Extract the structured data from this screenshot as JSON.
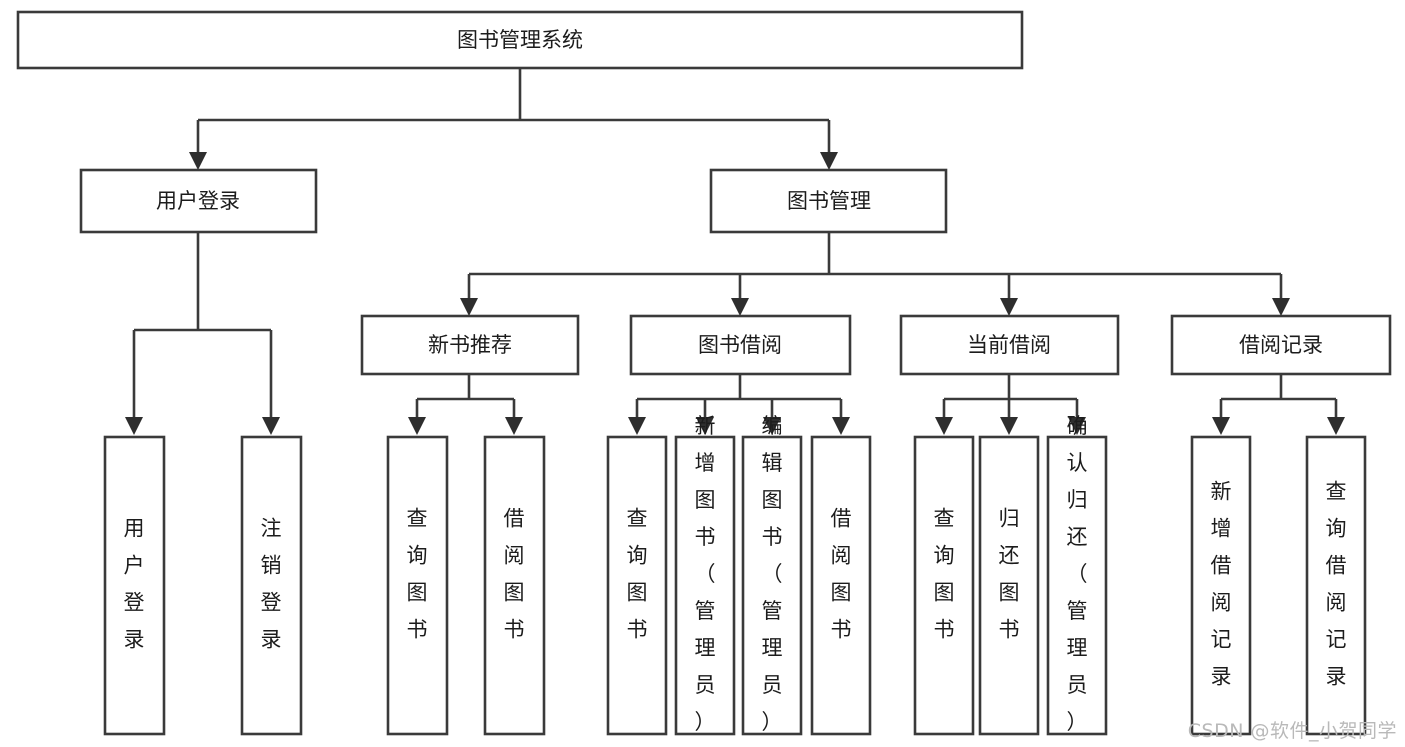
{
  "diagram": {
    "type": "tree",
    "title": "图书管理系统",
    "root": {
      "id": "root",
      "label": "图书管理系统",
      "orientation": "horizontal"
    },
    "level2": [
      {
        "id": "user-login",
        "label": "用户登录",
        "orientation": "horizontal"
      },
      {
        "id": "book-manage",
        "label": "图书管理",
        "orientation": "horizontal"
      }
    ],
    "level3": [
      {
        "id": "new-book-recommend",
        "label": "新书推荐",
        "orientation": "horizontal",
        "parent": "book-manage"
      },
      {
        "id": "book-borrow",
        "label": "图书借阅",
        "orientation": "horizontal",
        "parent": "book-manage"
      },
      {
        "id": "current-borrow",
        "label": "当前借阅",
        "orientation": "horizontal",
        "parent": "book-manage"
      },
      {
        "id": "borrow-record",
        "label": "借阅记录",
        "orientation": "horizontal",
        "parent": "book-manage"
      }
    ],
    "leaves": [
      {
        "id": "leaf-user-login",
        "label": "用户登录",
        "orientation": "vertical",
        "parent": "user-login"
      },
      {
        "id": "leaf-user-logout",
        "label": "注销登录",
        "orientation": "vertical",
        "parent": "user-login"
      },
      {
        "id": "leaf-query-book-1",
        "label": "查询图书",
        "orientation": "vertical",
        "parent": "new-book-recommend"
      },
      {
        "id": "leaf-borrow-book-1",
        "label": "借阅图书",
        "orientation": "vertical",
        "parent": "new-book-recommend"
      },
      {
        "id": "leaf-query-book-2",
        "label": "查询图书",
        "orientation": "vertical",
        "parent": "book-borrow"
      },
      {
        "id": "leaf-add-book",
        "label": "新增图书（管理员）",
        "orientation": "vertical",
        "parent": "book-borrow"
      },
      {
        "id": "leaf-edit-book",
        "label": "编辑图书（管理员）",
        "orientation": "vertical",
        "parent": "book-borrow"
      },
      {
        "id": "leaf-borrow-book-2",
        "label": "借阅图书",
        "orientation": "vertical",
        "parent": "book-borrow"
      },
      {
        "id": "leaf-query-book-3",
        "label": "查询图书",
        "orientation": "vertical",
        "parent": "current-borrow"
      },
      {
        "id": "leaf-return-book",
        "label": "归还图书",
        "orientation": "vertical",
        "parent": "current-borrow"
      },
      {
        "id": "leaf-confirm-return",
        "label": "确认归还（管理员）",
        "orientation": "vertical",
        "parent": "current-borrow"
      },
      {
        "id": "leaf-add-record",
        "label": "新增借阅记录",
        "orientation": "vertical",
        "parent": "borrow-record"
      },
      {
        "id": "leaf-query-record",
        "label": "查询借阅记录",
        "orientation": "vertical",
        "parent": "borrow-record"
      }
    ],
    "colors": {
      "box_stroke": "#3a3a3a",
      "box_fill": "#ffffff",
      "edge": "#3a3a3a",
      "text": "#1c1c1c",
      "background": "#ffffff",
      "watermark": "#b9b9b9"
    }
  },
  "watermark": {
    "text": "CSDN @软件_小贺同学"
  }
}
